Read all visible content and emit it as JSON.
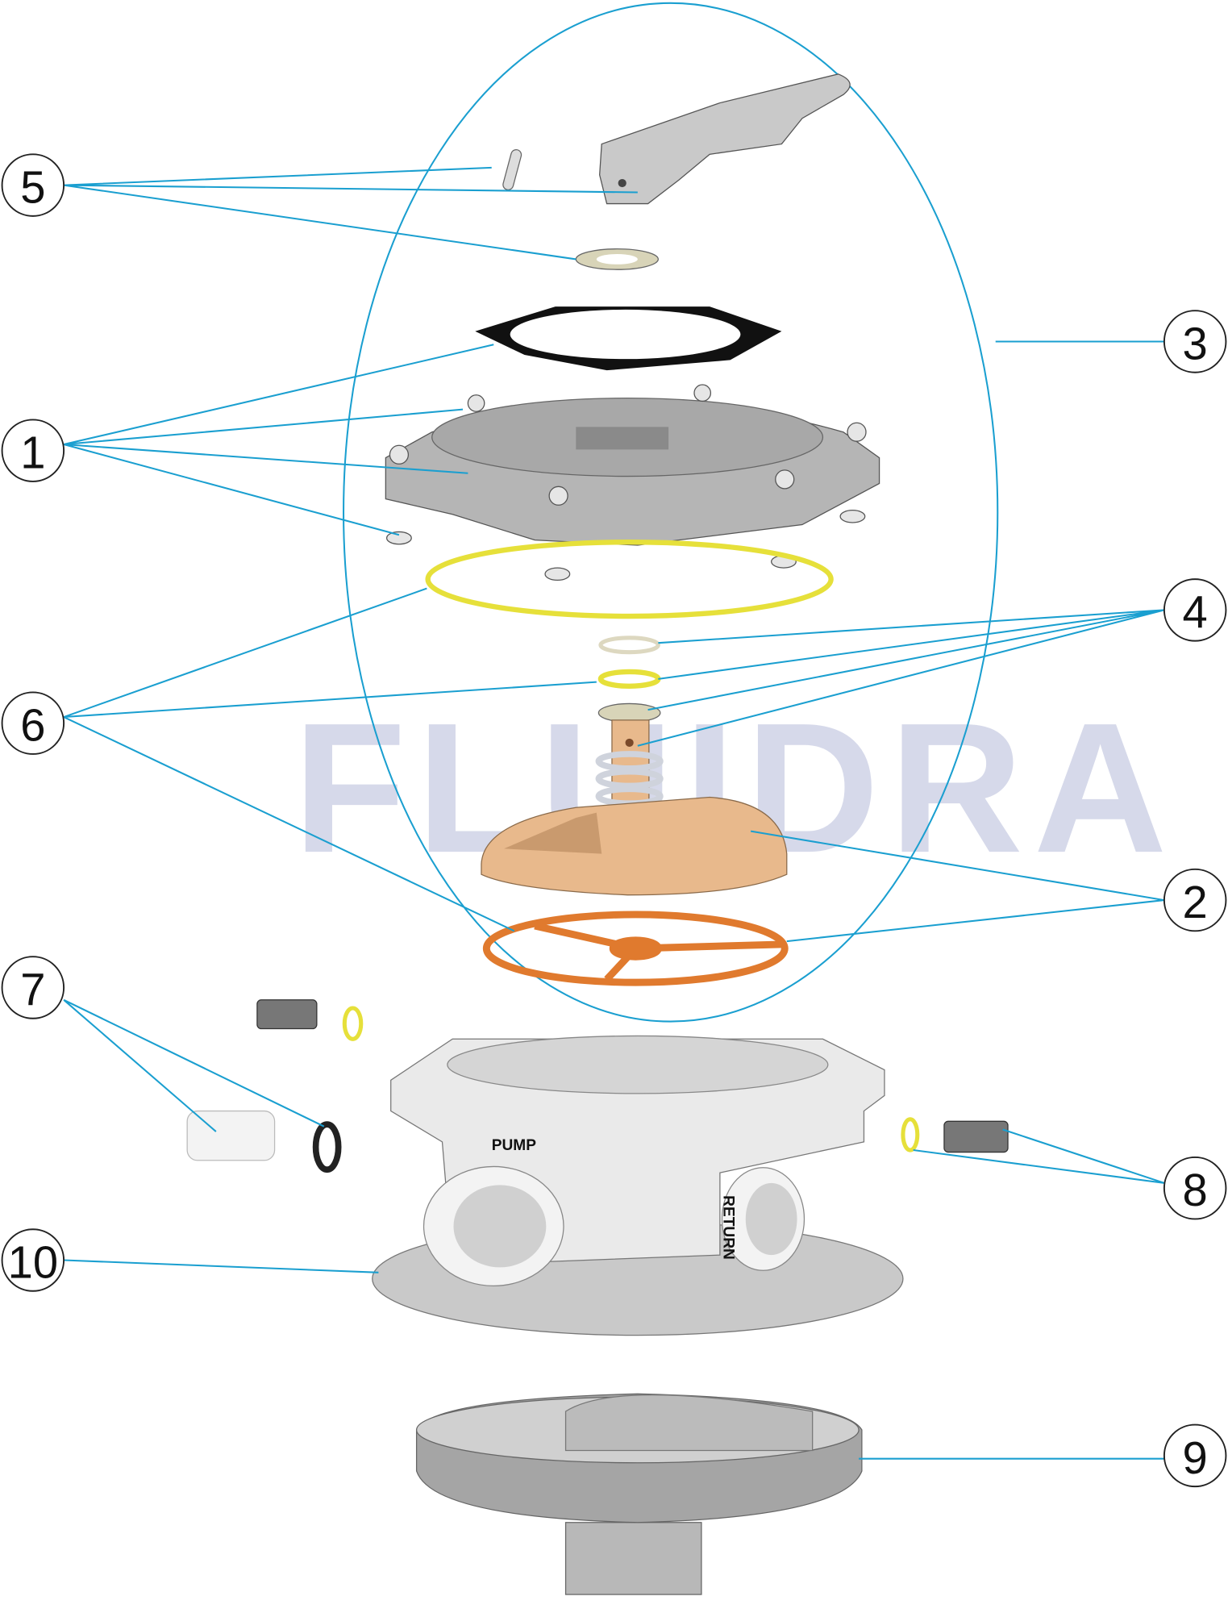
{
  "watermark": "FLUIDRA",
  "port_labels": {
    "pump": "PUMP",
    "return": "RETURN"
  },
  "callouts": [
    {
      "number": "1",
      "part": "cover-assembly"
    },
    {
      "number": "2",
      "part": "rotor"
    },
    {
      "number": "3",
      "part": "top-assembly"
    },
    {
      "number": "4",
      "part": "shaft-seals-and-spring"
    },
    {
      "number": "5",
      "part": "handle-kit"
    },
    {
      "number": "6",
      "part": "o-rings-and-gasket"
    },
    {
      "number": "7",
      "part": "drain-plug"
    },
    {
      "number": "8",
      "part": "pressure-gauge-plug"
    },
    {
      "number": "9",
      "part": "diffuser"
    },
    {
      "number": "10",
      "part": "valve-body"
    }
  ],
  "colors": {
    "leader": "#1a9fd0",
    "rotor": "#e8b98c",
    "gasket": "#e07a2e",
    "oring": "#e6e03a",
    "body": "#e6e6e6"
  }
}
